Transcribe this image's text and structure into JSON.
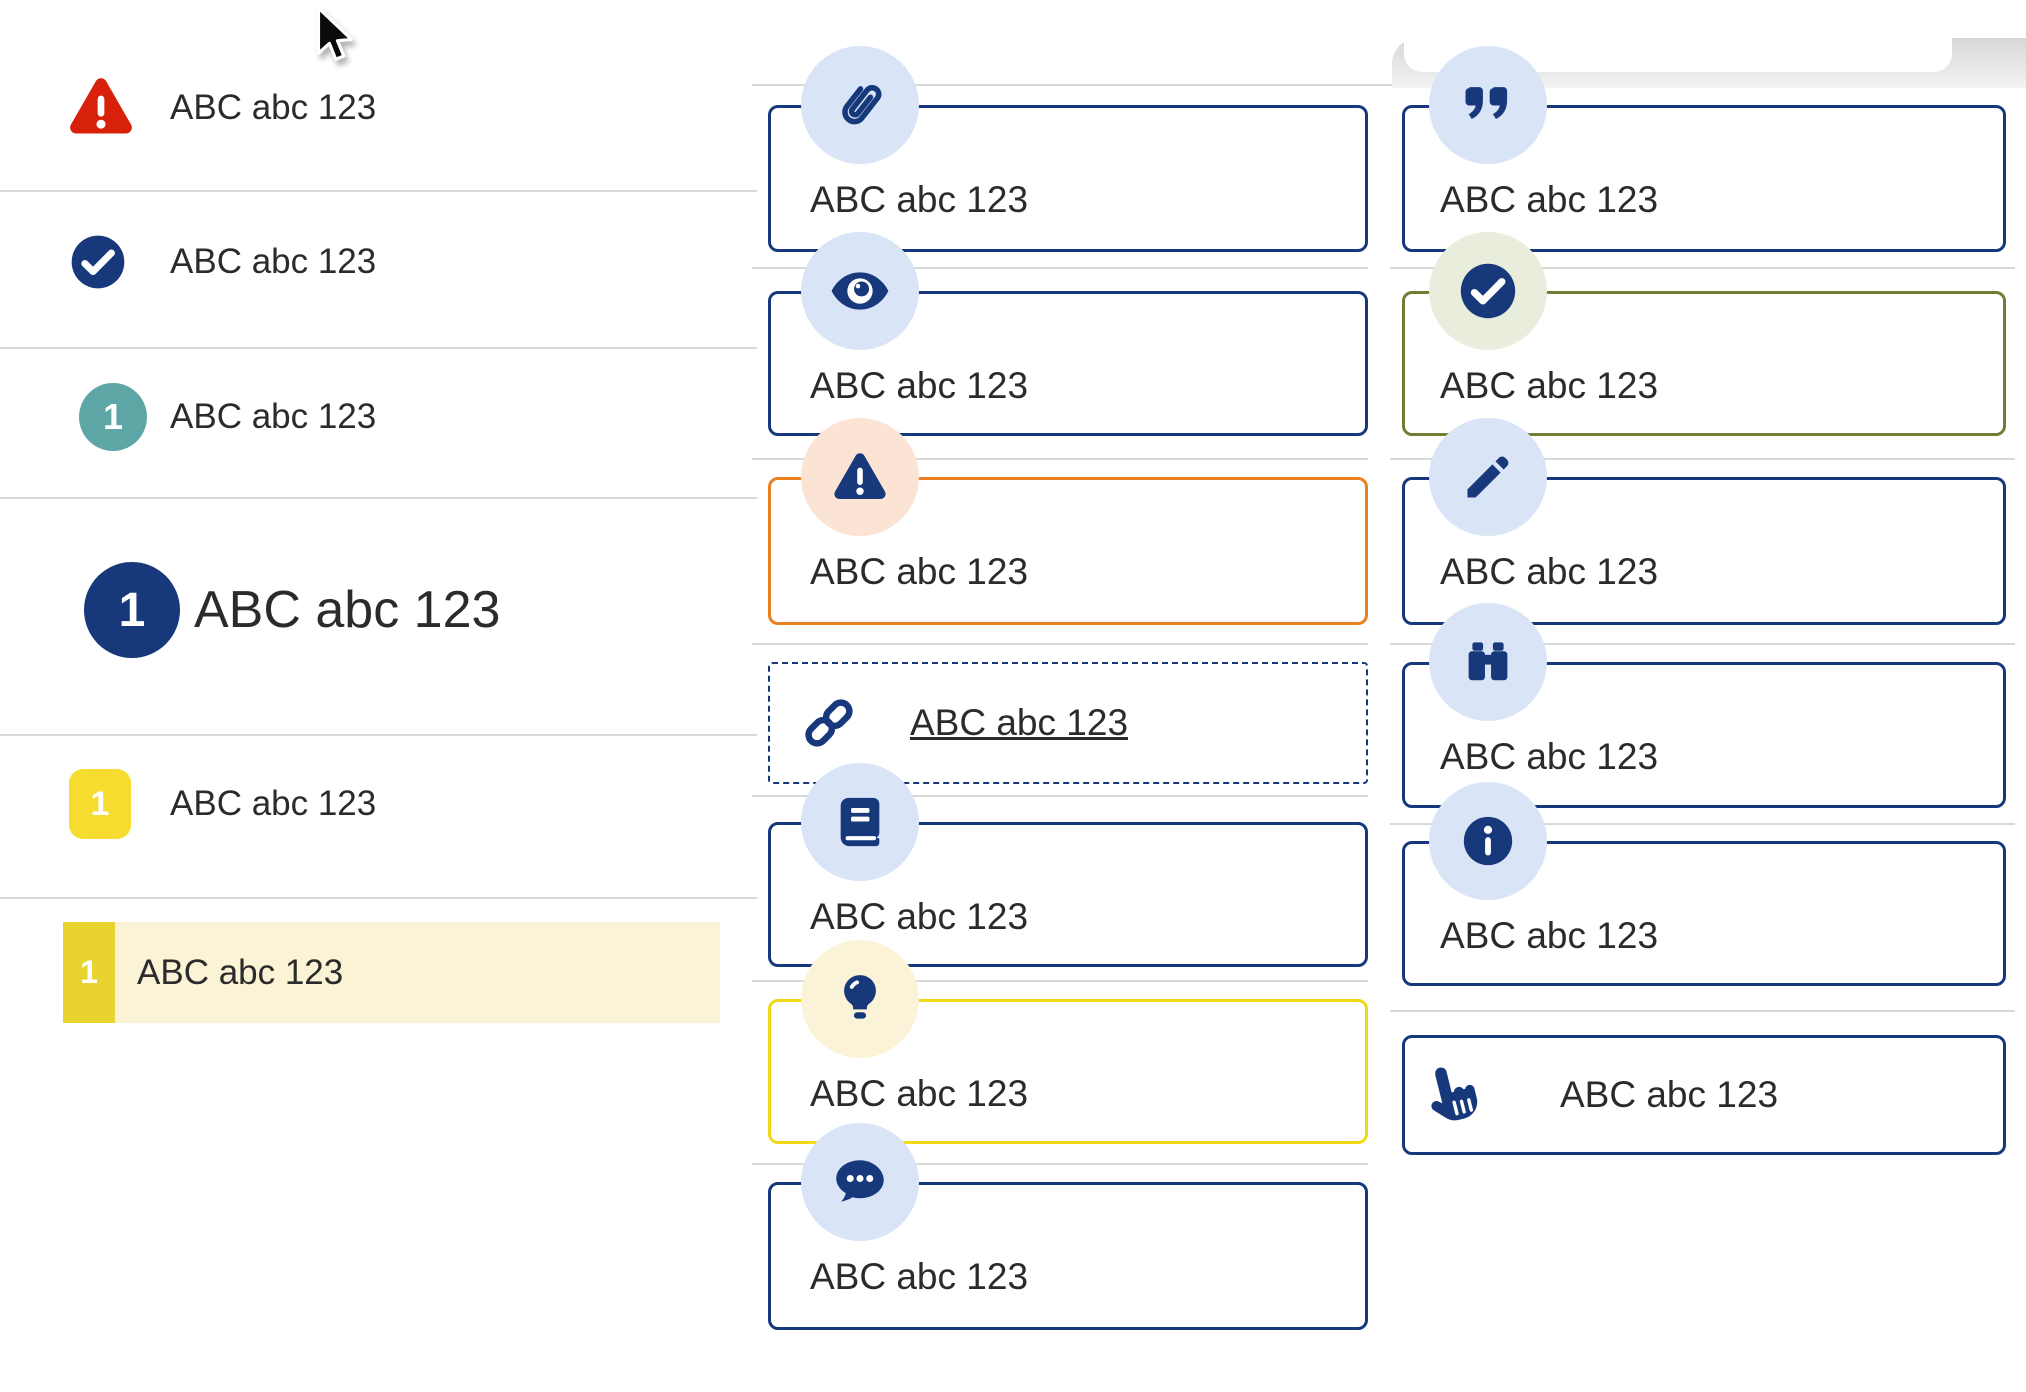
{
  "placeholder": "ABC abc 123",
  "left_list": {
    "items": [
      {
        "icon": "alert-triangle-icon",
        "label": "ABC abc 123",
        "style": "red-warning"
      },
      {
        "icon": "check-circle-icon",
        "label": "ABC abc 123",
        "style": "navy-check"
      },
      {
        "icon": "number-badge",
        "number": "1",
        "label": "ABC abc 123",
        "style": "teal-circle"
      },
      {
        "icon": "number-badge",
        "number": "1",
        "label": "ABC abc 123",
        "style": "navy-circle-large"
      },
      {
        "icon": "number-badge",
        "number": "1",
        "label": "ABC abc 123",
        "style": "yellow-square"
      },
      {
        "icon": "number-badge",
        "number": "1",
        "label": "ABC abc 123",
        "style": "yellow-highlight-row",
        "selected": true
      }
    ]
  },
  "middle_callouts": [
    {
      "icon": "paperclip-icon",
      "label": "ABC abc 123",
      "variant": "navy-border",
      "halo": "blue"
    },
    {
      "icon": "eye-icon",
      "label": "ABC abc 123",
      "variant": "navy-border",
      "halo": "blue"
    },
    {
      "icon": "alert-triangle-icon",
      "label": "ABC abc 123",
      "variant": "orange-border",
      "halo": "peach"
    },
    {
      "icon": "link-icon",
      "label": "ABC abc 123",
      "variant": "dashed-border",
      "halo": "none",
      "link": true
    },
    {
      "icon": "book-icon",
      "label": "ABC abc 123",
      "variant": "navy-border",
      "halo": "blue"
    },
    {
      "icon": "lightbulb-icon",
      "label": "ABC abc 123",
      "variant": "yellow-border",
      "halo": "yellow"
    },
    {
      "icon": "chat-bubble-icon",
      "label": "ABC abc 123",
      "variant": "navy-border",
      "halo": "blue"
    }
  ],
  "right_callouts": [
    {
      "icon": "quote-icon",
      "label": "ABC abc 123",
      "variant": "navy-border",
      "halo": "blue"
    },
    {
      "icon": "check-circle-icon",
      "label": "ABC abc 123",
      "variant": "olive-border",
      "halo": "green"
    },
    {
      "icon": "pencil-icon",
      "label": "ABC abc 123",
      "variant": "navy-border",
      "halo": "blue"
    },
    {
      "icon": "binoculars-icon",
      "label": "ABC abc 123",
      "variant": "navy-border",
      "halo": "blue"
    },
    {
      "icon": "info-circle-icon",
      "label": "ABC abc 123",
      "variant": "navy-border",
      "halo": "blue"
    },
    {
      "icon": "hand-pointer-icon",
      "label": "ABC abc 123",
      "variant": "navy-border",
      "halo": "none"
    }
  ],
  "colors": {
    "navy": "#17397c",
    "red": "#d8210a",
    "teal": "#5ea5a5",
    "orange": "#ea7f1f",
    "olive": "#6f7d35",
    "yellow_border": "#f2d918",
    "yellow_badge": "#f5dc2f",
    "yellow_bar": "#e9d32e",
    "highlight_bg": "#faf3d6",
    "halo_blue": "#d9e4f7",
    "halo_peach": "#fbe4d3",
    "halo_green": "#e8eddc",
    "halo_yellow": "#faf3d8",
    "divider": "#d9d9d9",
    "text": "#2b2b2b"
  }
}
